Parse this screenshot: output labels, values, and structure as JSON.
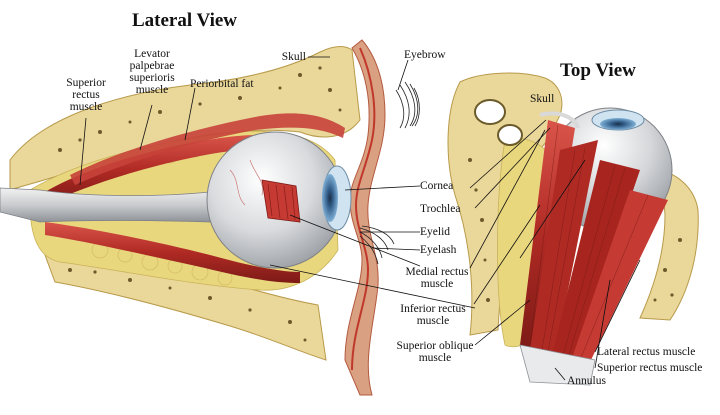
{
  "titles": {
    "lateral": "Lateral View",
    "top": "Top View"
  },
  "labels": {
    "skull_lateral": "Skull",
    "eyebrow": "Eyebrow",
    "superior_rectus": [
      "Superior",
      "rectus",
      "muscle"
    ],
    "levator": [
      "Levator",
      "palpebrae",
      "superioris",
      "muscle"
    ],
    "periorbital_fat": "Periorbital fat",
    "skull_top": "Skull",
    "cornea": "Cornea",
    "trochlea": "Trochlea",
    "eyelid": "Eyelid",
    "eyelash": "Eyelash",
    "medial_rectus": [
      "Medial rectus",
      "muscle"
    ],
    "inferior_rectus": [
      "Inferior rectus",
      "muscle"
    ],
    "superior_oblique": [
      "Superior oblique",
      "muscle"
    ],
    "lateral_rectus": "Lateral rectus muscle",
    "superior_rectus_top": "Superior rectus muscle",
    "annulus": "Annulus"
  },
  "colors": {
    "bone": "#ead79a",
    "fat": "#e9d77e",
    "muscle": "#b8312a",
    "eye": "#d7d9dc",
    "iris": "#5a8bb5"
  }
}
